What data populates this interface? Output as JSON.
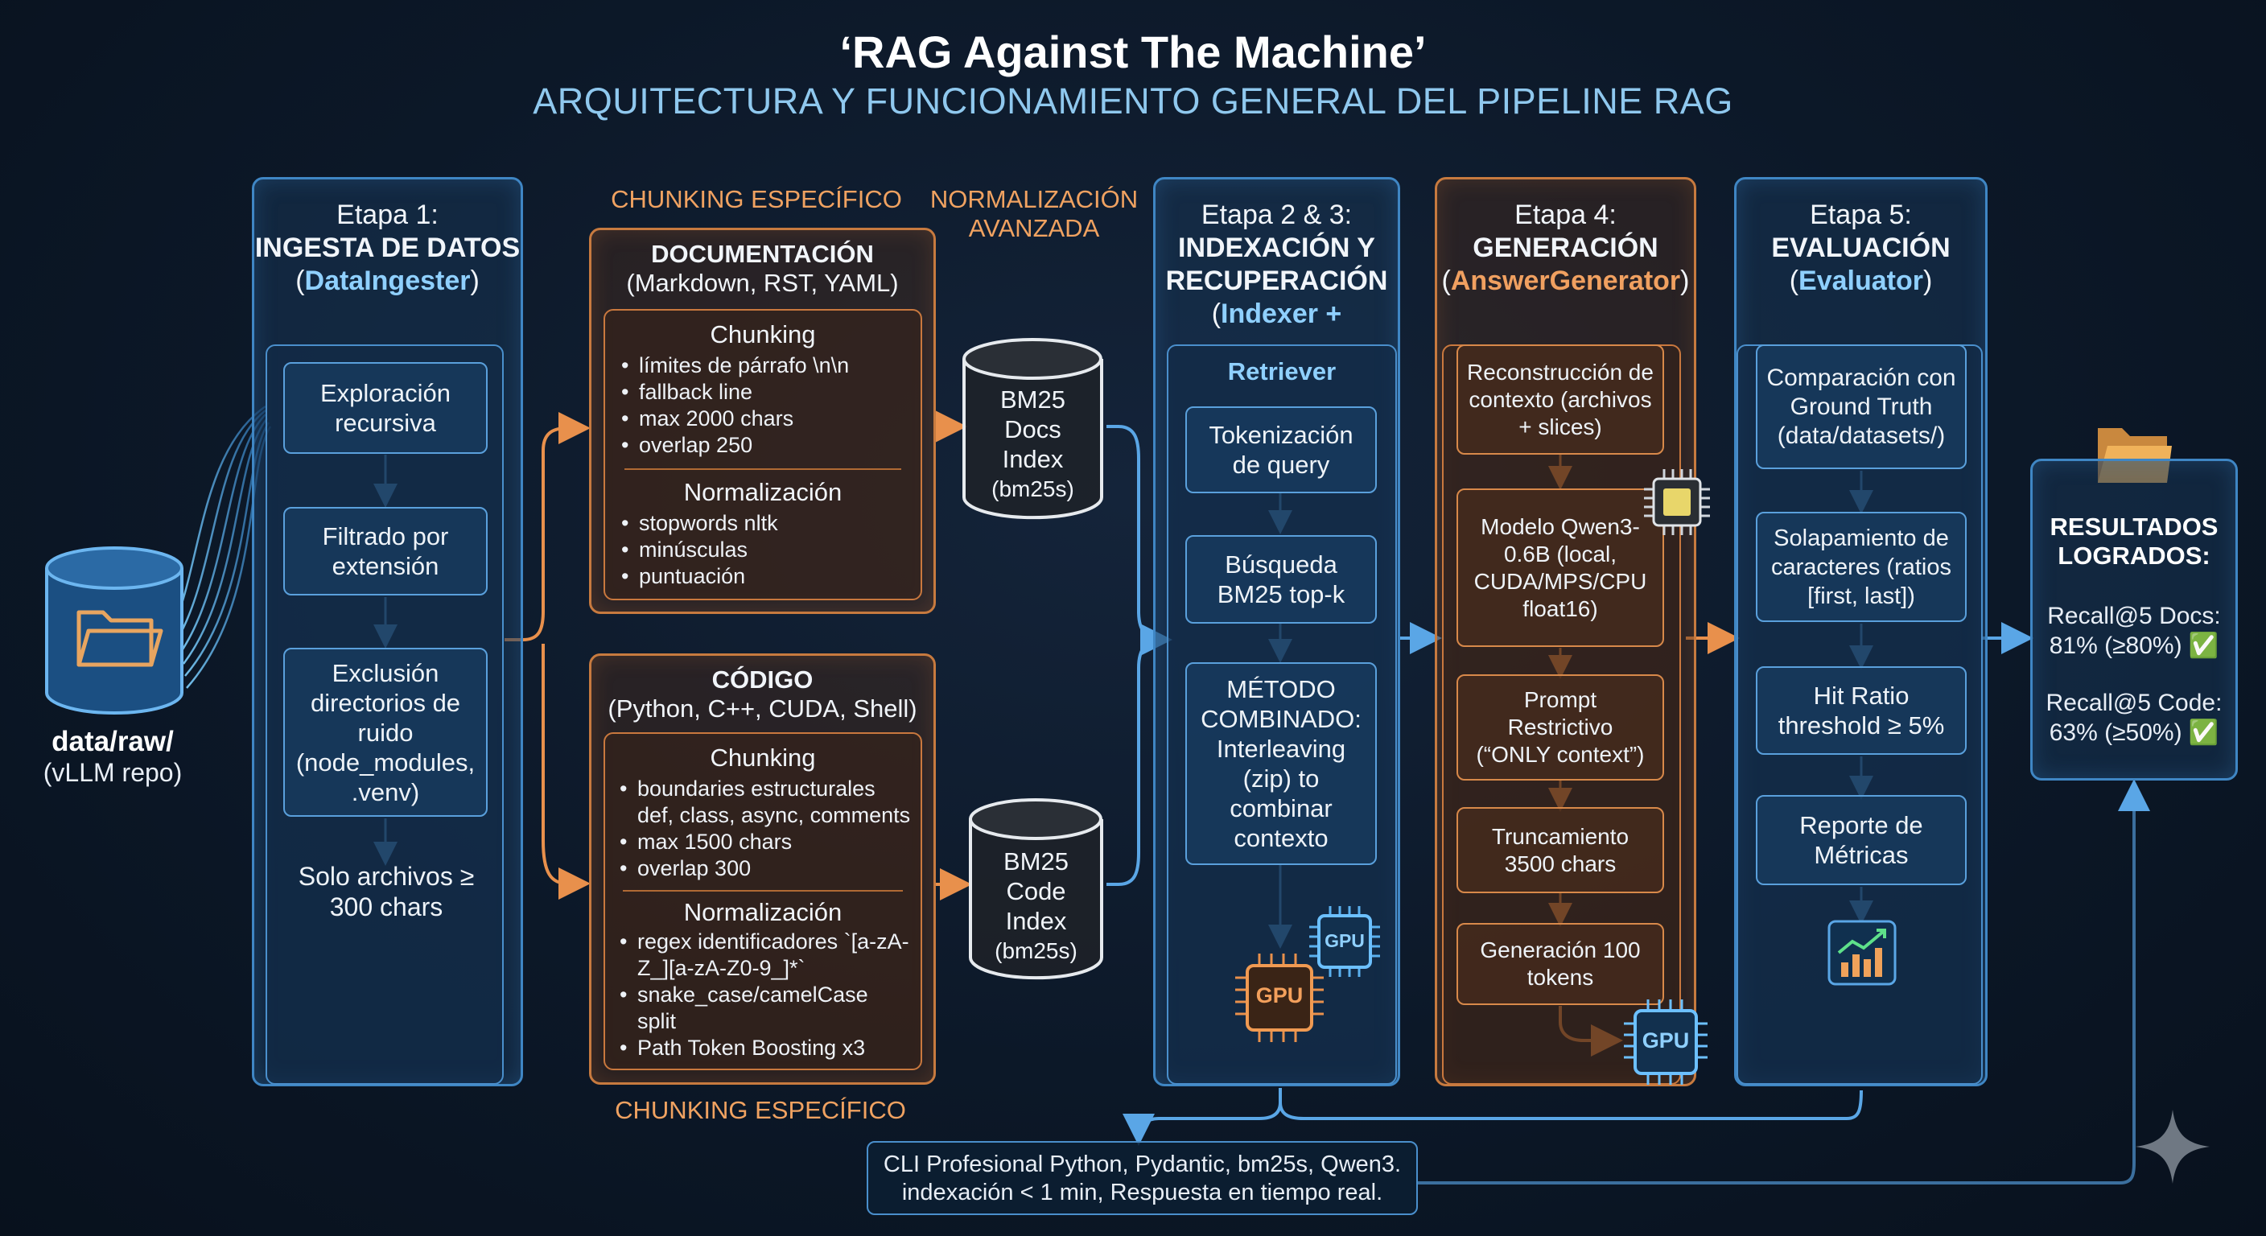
{
  "header": {
    "title": "‘RAG Against The Machine’",
    "subtitle": "ARQUITECTURA Y FUNCIONAMIENTO GENERAL DEL PIPELINE RAG"
  },
  "source": {
    "label": "data/raw/",
    "sublabel": "(vLLM repo)"
  },
  "stage1": {
    "heading": "Etapa 1:",
    "name": "INGESTA DE DATOS",
    "class": "DataIngester",
    "steps": [
      "Exploración recursiva",
      "Filtrado por extensión",
      "Exclusión directorios de ruido (node_modules, .venv)"
    ],
    "footer": "Solo archivos ≥ 300 chars"
  },
  "chunking": {
    "top_label": "CHUNKING ESPECÍFICO",
    "bottom_label": "CHUNKING ESPECÍFICO",
    "norm_label": "NORMALIZACIÓN AVANZADA",
    "docs": {
      "title": "DOCUMENTACIÓN",
      "subtitle": "(Markdown, RST, YAML)",
      "chunking_title": "Chunking",
      "chunking_items": [
        "límites de párrafo \\n\\n",
        "fallback line",
        "max 2000 chars",
        "overlap 250"
      ],
      "norm_title": "Normalización",
      "norm_items": [
        "stopwords nltk",
        "minúsculas",
        "puntuación"
      ]
    },
    "code": {
      "title": "CÓDIGO",
      "subtitle": "(Python, C++, CUDA, Shell)",
      "chunking_title": "Chunking",
      "chunking_items": [
        "boundaries estructurales def, class, async, comments",
        "max 1500 chars",
        "overlap 300"
      ],
      "norm_title": "Normalización",
      "norm_items": [
        "regex identificadores `[a-zA-Z_][a-zA-Z0-9_]*`",
        "snake_case/camelCase split",
        "Path Token Boosting x3"
      ]
    }
  },
  "indexes": {
    "docs": {
      "line1": "BM25",
      "line2": "Docs",
      "line3": "Index",
      "line4": "(bm25s)"
    },
    "code": {
      "line1": "BM25",
      "line2": "Code",
      "line3": "Index",
      "line4": "(bm25s)"
    }
  },
  "stage23": {
    "heading": "Etapa 2 & 3:",
    "name_line1": "INDEXACIÓN Y",
    "name_line2": "RECUPERACIÓN",
    "class": "Indexer +",
    "inner_title": "Retriever",
    "steps": [
      "Tokenización de query",
      "Búsqueda BM25 top-k",
      "MÉTODO COMBINADO: Interleaving (zip) to combinar contexto"
    ],
    "chip_labels": [
      "GPU",
      "GPU"
    ]
  },
  "stage4": {
    "heading": "Etapa 4:",
    "name": "GENERACIÓN",
    "class": "AnswerGenerator",
    "steps": [
      "Reconstrucción de contexto (archivos + slices)",
      "Modelo Qwen3-0.6B (local, CUDA/MPS/CPU float16)",
      "Prompt Restrictivo (“ONLY context”)",
      "Truncamiento 3500 chars",
      "Generación 100 tokens"
    ],
    "chip_label": "GPU"
  },
  "stage5": {
    "heading": "Etapa 5:",
    "name": "EVALUACIÓN",
    "class": "Evaluator",
    "steps": [
      "Comparación con Ground Truth (data/datasets/)",
      "Solapamiento de caracteres (ratios [first, last])",
      "Hit Ratio threshold ≥ 5%",
      "Reporte de Métricas"
    ]
  },
  "results": {
    "title_line1": "RESULTADOS",
    "title_line2": "LOGRADOS:",
    "items": [
      {
        "line1": "Recall@5 Docs:",
        "line2": "81% (≥80%) ✅"
      },
      {
        "line1": "Recall@5 Code:",
        "line2": "63% (≥50%) ✅"
      }
    ]
  },
  "cli": {
    "line1": "CLI Profesional Python, Pydantic, bm25s, Qwen3.",
    "line2": "indexación < 1 min, Respuesta en tiempo real."
  },
  "colors": {
    "blue": "#4a94d6",
    "orange": "#e08a48",
    "background": "#0c1828"
  }
}
